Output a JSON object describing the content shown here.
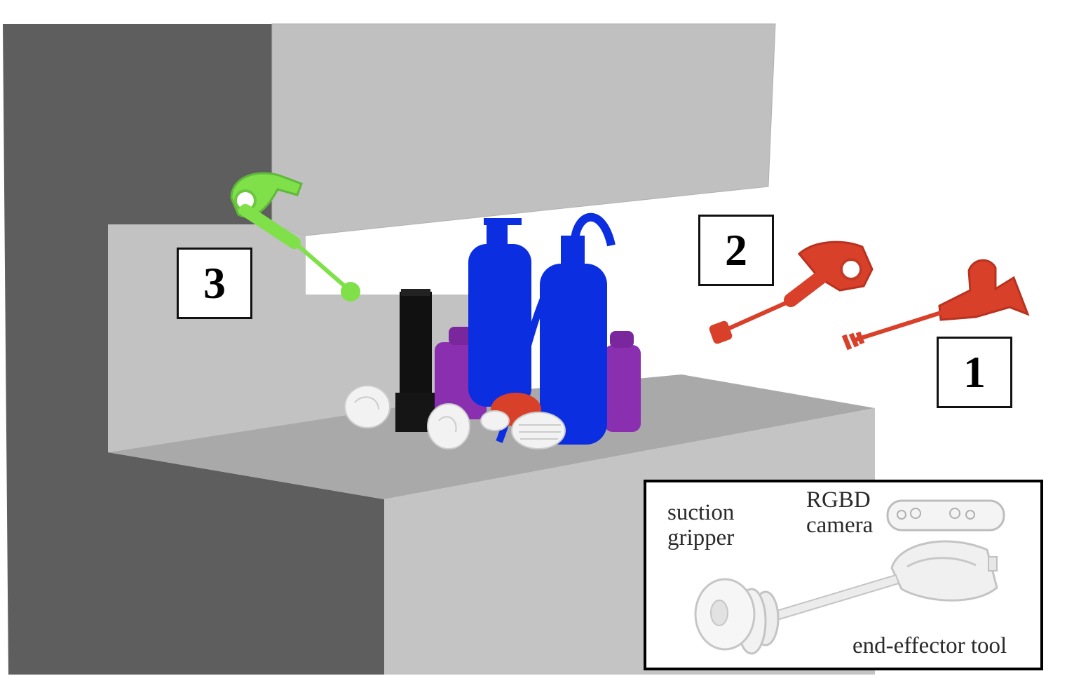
{
  "markers": {
    "pose_3": "3",
    "pose_2": "2",
    "pose_1": "1"
  },
  "inset": {
    "label_suction": "suction",
    "label_gripper": "gripper",
    "label_rgbd": "RGBD",
    "label_camera": "camera",
    "label_tool": "end-effector tool"
  },
  "colors": {
    "wall_dark": "#5e5e5e",
    "wall_light": "#c0c0c0",
    "shelf_floor": "#a9a9a9",
    "extinguisher_blue": "#0a2ee0",
    "spray_can_purple": "#8a2fb0",
    "flashlight_black": "#111111",
    "gripper_green": "#7fe04a",
    "gripper_red": "#d8402a",
    "bulb_white": "#f2f2f2"
  }
}
